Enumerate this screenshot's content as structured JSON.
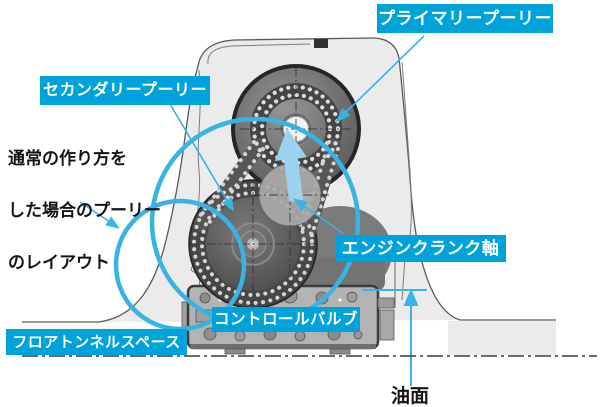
{
  "diagram": {
    "labels": {
      "primary": "プライマリープーリー",
      "secondary": "セカンダリープーリー",
      "engine_crank": "エンジンクランク軸",
      "control_valve": "コントロールバルブ",
      "floor_tunnel": "フロアトンネルスペース"
    },
    "notes": {
      "layout_line1": "通常の作り方を",
      "layout_line2": "した場合のプーリー",
      "layout_line3": "のレイアウト",
      "oil_level": "油面"
    },
    "icons": {
      "move_up_arrow": "up-arrow",
      "oil_level_arrow": "up-arrow"
    },
    "colors": {
      "accent": "#00a2da",
      "circle_stroke": "#38b3e3",
      "housing_fill": "#ebebeb",
      "pulley_dark": "#3d3d3d",
      "text": "#141414"
    }
  }
}
